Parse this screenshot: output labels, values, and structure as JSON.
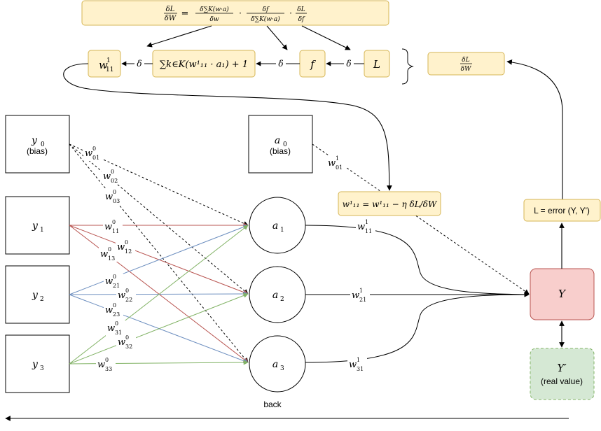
{
  "top_formula": {
    "lhs_num": "δL",
    "lhs_den": "δW",
    "eq": "=",
    "t1_num": "δ∑K(w·a)",
    "t1_den": "δw",
    "t2_num": "δf",
    "t2_den": "δ∑K(w·a)",
    "t3_num": "δL",
    "t3_den": "δf",
    "dot": "·"
  },
  "chain": {
    "w11": "w",
    "w11_sup": "1",
    "w11_sub": "11",
    "sum": "∑k∈K(w¹₁₁ · a₁) + 1",
    "f": "f",
    "L": "L",
    "delta": "δ",
    "brace": "}",
    "result_num": "δL",
    "result_den": "δW"
  },
  "inputs": [
    {
      "label": "y",
      "sub": "0",
      "note": "(bias)"
    },
    {
      "label": "y",
      "sub": "1"
    },
    {
      "label": "y",
      "sub": "2"
    },
    {
      "label": "y",
      "sub": "3"
    }
  ],
  "bias_a": {
    "label": "a",
    "sub": "0",
    "note": "(bias)"
  },
  "hidden": [
    {
      "label": "a",
      "sub": "1"
    },
    {
      "label": "a",
      "sub": "2"
    },
    {
      "label": "a",
      "sub": "3"
    }
  ],
  "weights_layer0": [
    {
      "sup": "0",
      "sub": "01"
    },
    {
      "sup": "0",
      "sub": "02"
    },
    {
      "sup": "0",
      "sub": "03"
    },
    {
      "sup": "0",
      "sub": "11"
    },
    {
      "sup": "0",
      "sub": "12"
    },
    {
      "sup": "0",
      "sub": "13"
    },
    {
      "sup": "0",
      "sub": "21"
    },
    {
      "sup": "0",
      "sub": "22"
    },
    {
      "sup": "0",
      "sub": "23"
    },
    {
      "sup": "0",
      "sub": "31"
    },
    {
      "sup": "0",
      "sub": "32"
    },
    {
      "sup": "0",
      "sub": "33"
    }
  ],
  "weights_layer1": [
    {
      "sup": "1",
      "sub": "01"
    },
    {
      "sup": "1",
      "sub": "11"
    },
    {
      "sup": "1",
      "sub": "21"
    },
    {
      "sup": "1",
      "sub": "31"
    }
  ],
  "update_rule": "w¹₁₁ = w¹₁₁ − η δL/δW",
  "output": {
    "label": "Y"
  },
  "error_box": "L = error (Y, Y')",
  "real": {
    "label": "Y′",
    "note": "(real value)"
  },
  "back_label": "back",
  "colors": {
    "yellow_fill": "#fff2cc",
    "yellow_stroke": "#d6b656",
    "red_fill": "#f8cecc",
    "red_stroke": "#b85450",
    "green_fill": "#d5e8d4",
    "green_stroke": "#82b366",
    "edge_red": "#b85450",
    "edge_blue": "#6c8ebf",
    "edge_green": "#82b366"
  }
}
